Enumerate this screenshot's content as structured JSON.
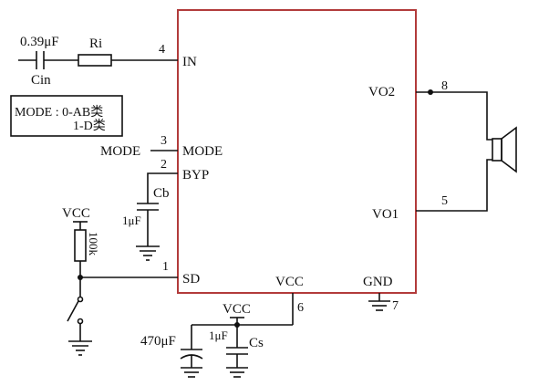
{
  "colors": {
    "ic_border": "#b23b3b",
    "wire": "#111111",
    "text": "#111111",
    "background": "#ffffff"
  },
  "input": {
    "cap_value": "0.39μF",
    "cap_name": "Cin",
    "resistor_name": "Ri"
  },
  "mode_box": {
    "line1": "MODE : 0-AB类",
    "line2": "1-D类"
  },
  "mode_signal": "MODE",
  "ic": {
    "pins": [
      {
        "number": "4",
        "name": "IN"
      },
      {
        "number": "3",
        "name": "MODE"
      },
      {
        "number": "2",
        "name": "BYP"
      },
      {
        "number": "1",
        "name": "SD"
      },
      {
        "number": "6",
        "name": "VCC"
      },
      {
        "number": "7",
        "name": "GND"
      },
      {
        "number": "8",
        "name": "VO2"
      },
      {
        "number": "5",
        "name": "VO1"
      }
    ]
  },
  "bypass": {
    "cap_name": "Cb",
    "cap_value": "1μF"
  },
  "shutdown": {
    "supply": "VCC",
    "resistor_value": "100k"
  },
  "supply": {
    "label": "VCC",
    "bulk_value": "470μF",
    "dec_value": "1μF",
    "dec_name": "Cs"
  },
  "icons": {
    "speaker": "speaker-icon",
    "ground": "ground-icon",
    "switch": "switch-icon"
  }
}
